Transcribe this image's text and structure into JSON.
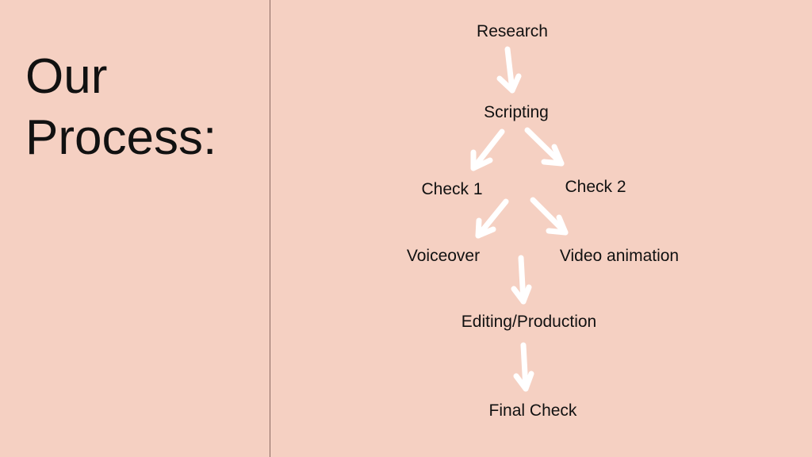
{
  "title": {
    "line1": "Our",
    "line2": "Process:"
  },
  "nodes": {
    "research": "Research",
    "scripting": "Scripting",
    "check1": "Check 1",
    "check2": "Check 2",
    "voiceover": "Voiceover",
    "video_animation": "Video animation",
    "editing": "Editing/Production",
    "final_check": "Final Check"
  },
  "colors": {
    "background": "#f5d0c2",
    "arrow": "#ffffff",
    "divider": "#8a6a62"
  }
}
